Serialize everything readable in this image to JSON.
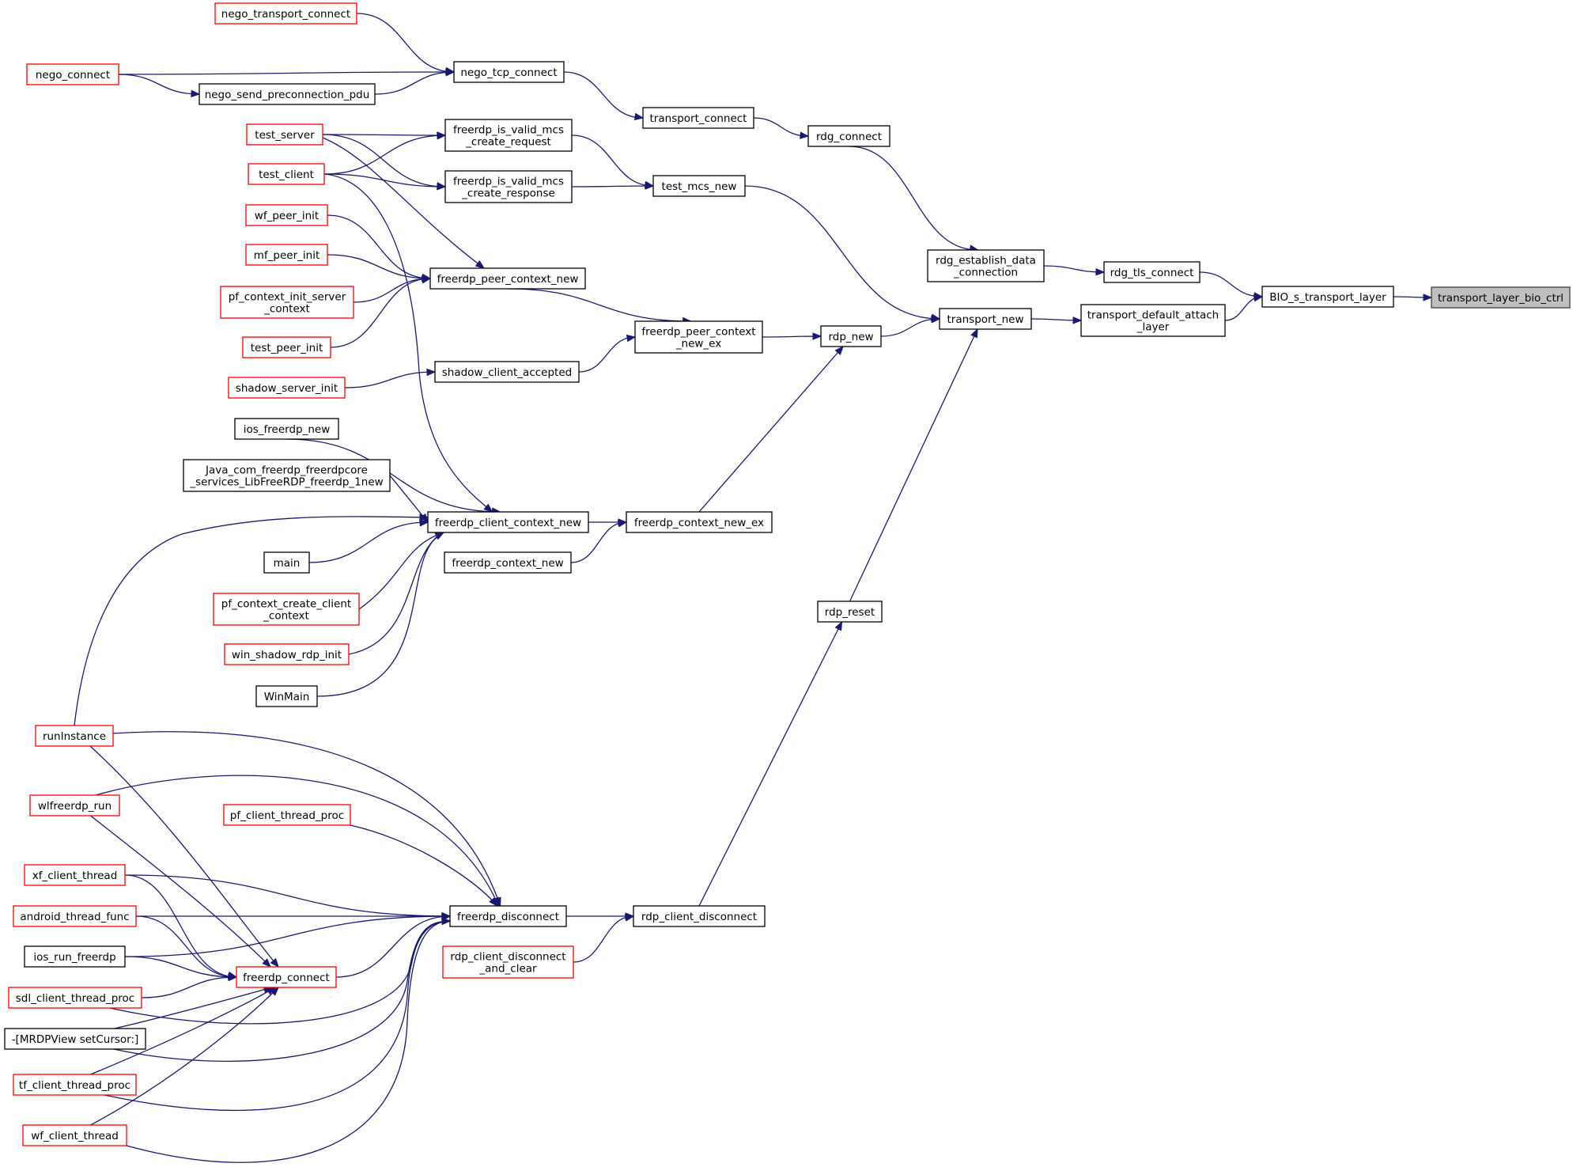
{
  "nodes": [
    {
      "id": "transport_layer_bio_ctrl",
      "lines": [
        "transport_layer_bio_ctrl"
      ],
      "style": "root"
    },
    {
      "id": "BIO_s_transport_layer",
      "lines": [
        "BIO_s_transport_layer"
      ],
      "style": "black"
    },
    {
      "id": "rdg_tls_connect",
      "lines": [
        "rdg_tls_connect"
      ],
      "style": "black"
    },
    {
      "id": "transport_default_attach_layer",
      "lines": [
        "transport_default_attach",
        "_layer"
      ],
      "style": "black"
    },
    {
      "id": "rdg_establish_data_connection",
      "lines": [
        "rdg_establish_data",
        "_connection"
      ],
      "style": "black"
    },
    {
      "id": "transport_new",
      "lines": [
        "transport_new"
      ],
      "style": "black"
    },
    {
      "id": "rdg_connect",
      "lines": [
        "rdg_connect"
      ],
      "style": "black"
    },
    {
      "id": "transport_connect",
      "lines": [
        "transport_connect"
      ],
      "style": "black"
    },
    {
      "id": "nego_tcp_connect",
      "lines": [
        "nego_tcp_connect"
      ],
      "style": "black"
    },
    {
      "id": "nego_transport_connect",
      "lines": [
        "nego_transport_connect"
      ],
      "style": "red"
    },
    {
      "id": "nego_connect",
      "lines": [
        "nego_connect"
      ],
      "style": "red"
    },
    {
      "id": "nego_send_preconnection_pdu",
      "lines": [
        "nego_send_preconnection_pdu"
      ],
      "style": "black"
    },
    {
      "id": "test_mcs_new",
      "lines": [
        "test_mcs_new"
      ],
      "style": "black"
    },
    {
      "id": "freerdp_is_valid_mcs_create_request",
      "lines": [
        "freerdp_is_valid_mcs",
        "_create_request"
      ],
      "style": "black"
    },
    {
      "id": "freerdp_is_valid_mcs_create_response",
      "lines": [
        "freerdp_is_valid_mcs",
        "_create_response"
      ],
      "style": "black"
    },
    {
      "id": "test_server",
      "lines": [
        "test_server"
      ],
      "style": "red"
    },
    {
      "id": "test_client",
      "lines": [
        "test_client"
      ],
      "style": "red"
    },
    {
      "id": "rdp_new",
      "lines": [
        "rdp_new"
      ],
      "style": "black"
    },
    {
      "id": "rdp_reset",
      "lines": [
        "rdp_reset"
      ],
      "style": "black"
    },
    {
      "id": "freerdp_peer_context_new_ex",
      "lines": [
        "freerdp_peer_context",
        "_new_ex"
      ],
      "style": "black"
    },
    {
      "id": "freerdp_context_new_ex",
      "lines": [
        "freerdp_context_new_ex"
      ],
      "style": "black"
    },
    {
      "id": "freerdp_peer_context_new",
      "lines": [
        "freerdp_peer_context_new"
      ],
      "style": "black"
    },
    {
      "id": "shadow_client_accepted",
      "lines": [
        "shadow_client_accepted"
      ],
      "style": "black"
    },
    {
      "id": "wf_peer_init",
      "lines": [
        "wf_peer_init"
      ],
      "style": "red"
    },
    {
      "id": "mf_peer_init",
      "lines": [
        "mf_peer_init"
      ],
      "style": "red"
    },
    {
      "id": "pf_context_init_server_context",
      "lines": [
        "pf_context_init_server",
        "_context"
      ],
      "style": "red"
    },
    {
      "id": "test_peer_init",
      "lines": [
        "test_peer_init"
      ],
      "style": "red"
    },
    {
      "id": "shadow_server_init",
      "lines": [
        "shadow_server_init"
      ],
      "style": "red"
    },
    {
      "id": "freerdp_client_context_new",
      "lines": [
        "freerdp_client_context_new"
      ],
      "style": "black"
    },
    {
      "id": "freerdp_context_new",
      "lines": [
        "freerdp_context_new"
      ],
      "style": "black"
    },
    {
      "id": "ios_freerdp_new",
      "lines": [
        "ios_freerdp_new"
      ],
      "style": "black"
    },
    {
      "id": "Java_com_freerdp",
      "lines": [
        "Java_com_freerdp_freerdpcore",
        "_services_LibFreeRDP_freerdp_1new"
      ],
      "style": "black"
    },
    {
      "id": "main",
      "lines": [
        "main"
      ],
      "style": "black"
    },
    {
      "id": "pf_context_create_client_context",
      "lines": [
        "pf_context_create_client",
        "_context"
      ],
      "style": "red"
    },
    {
      "id": "win_shadow_rdp_init",
      "lines": [
        "win_shadow_rdp_init"
      ],
      "style": "red"
    },
    {
      "id": "WinMain",
      "lines": [
        "WinMain"
      ],
      "style": "black"
    },
    {
      "id": "runInstance",
      "lines": [
        "runInstance"
      ],
      "style": "red"
    },
    {
      "id": "rdp_client_disconnect",
      "lines": [
        "rdp_client_disconnect"
      ],
      "style": "black"
    },
    {
      "id": "freerdp_disconnect",
      "lines": [
        "freerdp_disconnect"
      ],
      "style": "black"
    },
    {
      "id": "rdp_client_disconnect_and_clear",
      "lines": [
        "rdp_client_disconnect",
        "_and_clear"
      ],
      "style": "red"
    },
    {
      "id": "wlfreerdp_run",
      "lines": [
        "wlfreerdp_run"
      ],
      "style": "red"
    },
    {
      "id": "pf_client_thread_proc",
      "lines": [
        "pf_client_thread_proc"
      ],
      "style": "red"
    },
    {
      "id": "xf_client_thread",
      "lines": [
        "xf_client_thread"
      ],
      "style": "red"
    },
    {
      "id": "android_thread_func",
      "lines": [
        "android_thread_func"
      ],
      "style": "red"
    },
    {
      "id": "ios_run_freerdp",
      "lines": [
        "ios_run_freerdp"
      ],
      "style": "black"
    },
    {
      "id": "freerdp_connect",
      "lines": [
        "freerdp_connect"
      ],
      "style": "red"
    },
    {
      "id": "sdl_client_thread_proc",
      "lines": [
        "sdl_client_thread_proc"
      ],
      "style": "red"
    },
    {
      "id": "MRDPView_setCursor",
      "lines": [
        "-[MRDPView setCursor:]"
      ],
      "style": "black"
    },
    {
      "id": "tf_client_thread_proc",
      "lines": [
        "tf_client_thread_proc"
      ],
      "style": "red"
    },
    {
      "id": "wf_client_thread",
      "lines": [
        "wf_client_thread"
      ],
      "style": "red"
    }
  ],
  "edges": [
    {
      "from": "BIO_s_transport_layer",
      "to": "transport_layer_bio_ctrl"
    },
    {
      "from": "rdg_tls_connect",
      "to": "BIO_s_transport_layer"
    },
    {
      "from": "transport_default_attach_layer",
      "to": "BIO_s_transport_layer"
    },
    {
      "from": "rdg_establish_data_connection",
      "to": "rdg_tls_connect"
    },
    {
      "from": "transport_new",
      "to": "transport_default_attach_layer"
    },
    {
      "from": "rdg_connect",
      "to": "rdg_establish_data_connection"
    },
    {
      "from": "transport_connect",
      "to": "rdg_connect"
    },
    {
      "from": "nego_tcp_connect",
      "to": "transport_connect"
    },
    {
      "from": "nego_transport_connect",
      "to": "nego_tcp_connect"
    },
    {
      "from": "nego_connect",
      "to": "nego_tcp_connect"
    },
    {
      "from": "nego_send_preconnection_pdu",
      "to": "nego_tcp_connect"
    },
    {
      "from": "nego_connect",
      "to": "nego_send_preconnection_pdu"
    },
    {
      "from": "test_mcs_new",
      "to": "transport_new"
    },
    {
      "from": "rdp_new",
      "to": "transport_new"
    },
    {
      "from": "rdp_reset",
      "to": "transport_new"
    },
    {
      "from": "freerdp_is_valid_mcs_create_request",
      "to": "test_mcs_new"
    },
    {
      "from": "freerdp_is_valid_mcs_create_response",
      "to": "test_mcs_new"
    },
    {
      "from": "test_server",
      "to": "freerdp_is_valid_mcs_create_request"
    },
    {
      "from": "test_client",
      "to": "freerdp_is_valid_mcs_create_request"
    },
    {
      "from": "test_server",
      "to": "freerdp_is_valid_mcs_create_response"
    },
    {
      "from": "test_client",
      "to": "freerdp_is_valid_mcs_create_response"
    },
    {
      "from": "freerdp_peer_context_new_ex",
      "to": "rdp_new"
    },
    {
      "from": "freerdp_context_new_ex",
      "to": "rdp_new"
    },
    {
      "from": "rdp_client_disconnect",
      "to": "rdp_reset"
    },
    {
      "from": "freerdp_peer_context_new",
      "to": "freerdp_peer_context_new_ex"
    },
    {
      "from": "shadow_client_accepted",
      "to": "freerdp_peer_context_new_ex"
    },
    {
      "from": "test_server",
      "to": "freerdp_peer_context_new"
    },
    {
      "from": "wf_peer_init",
      "to": "freerdp_peer_context_new"
    },
    {
      "from": "mf_peer_init",
      "to": "freerdp_peer_context_new"
    },
    {
      "from": "pf_context_init_server_context",
      "to": "freerdp_peer_context_new"
    },
    {
      "from": "test_peer_init",
      "to": "freerdp_peer_context_new"
    },
    {
      "from": "shadow_server_init",
      "to": "shadow_client_accepted"
    },
    {
      "from": "freerdp_client_context_new",
      "to": "freerdp_context_new_ex"
    },
    {
      "from": "freerdp_context_new",
      "to": "freerdp_context_new_ex"
    },
    {
      "from": "test_client",
      "to": "freerdp_client_context_new"
    },
    {
      "from": "ios_freerdp_new",
      "to": "freerdp_client_context_new"
    },
    {
      "from": "Java_com_freerdp",
      "to": "freerdp_client_context_new"
    },
    {
      "from": "runInstance",
      "to": "freerdp_client_context_new"
    },
    {
      "from": "main",
      "to": "freerdp_client_context_new"
    },
    {
      "from": "pf_context_create_client_context",
      "to": "freerdp_client_context_new"
    },
    {
      "from": "win_shadow_rdp_init",
      "to": "freerdp_client_context_new"
    },
    {
      "from": "WinMain",
      "to": "freerdp_client_context_new"
    },
    {
      "from": "freerdp_disconnect",
      "to": "rdp_client_disconnect"
    },
    {
      "from": "rdp_client_disconnect_and_clear",
      "to": "rdp_client_disconnect"
    },
    {
      "from": "runInstance",
      "to": "freerdp_disconnect"
    },
    {
      "from": "wlfreerdp_run",
      "to": "freerdp_disconnect"
    },
    {
      "from": "pf_client_thread_proc",
      "to": "freerdp_disconnect"
    },
    {
      "from": "xf_client_thread",
      "to": "freerdp_disconnect"
    },
    {
      "from": "android_thread_func",
      "to": "freerdp_disconnect"
    },
    {
      "from": "ios_run_freerdp",
      "to": "freerdp_disconnect"
    },
    {
      "from": "freerdp_connect",
      "to": "freerdp_disconnect"
    },
    {
      "from": "sdl_client_thread_proc",
      "to": "freerdp_disconnect"
    },
    {
      "from": "MRDPView_setCursor",
      "to": "freerdp_disconnect"
    },
    {
      "from": "tf_client_thread_proc",
      "to": "freerdp_disconnect"
    },
    {
      "from": "wf_client_thread",
      "to": "freerdp_disconnect"
    },
    {
      "from": "runInstance",
      "to": "freerdp_connect"
    },
    {
      "from": "wlfreerdp_run",
      "to": "freerdp_connect"
    },
    {
      "from": "xf_client_thread",
      "to": "freerdp_connect"
    },
    {
      "from": "android_thread_func",
      "to": "freerdp_connect"
    },
    {
      "from": "ios_run_freerdp",
      "to": "freerdp_connect"
    },
    {
      "from": "sdl_client_thread_proc",
      "to": "freerdp_connect"
    },
    {
      "from": "MRDPView_setCursor",
      "to": "freerdp_connect"
    },
    {
      "from": "tf_client_thread_proc",
      "to": "freerdp_connect"
    },
    {
      "from": "wf_client_thread",
      "to": "freerdp_connect"
    }
  ]
}
